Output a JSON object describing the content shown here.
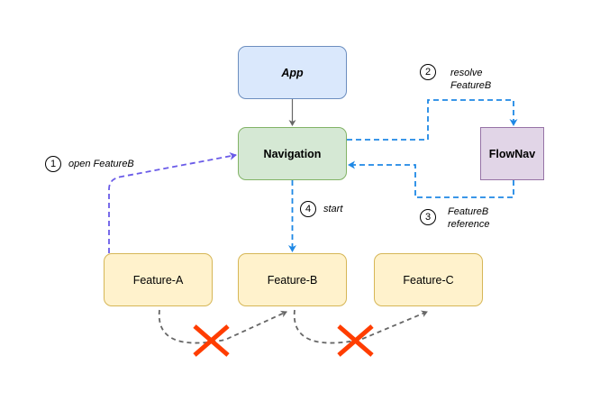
{
  "nodes": {
    "app": "App",
    "navigation": "Navigation",
    "flownav": "FlowNav",
    "feature_a": "Feature-A",
    "feature_b": "Feature-B",
    "feature_c": "Feature-C"
  },
  "steps": [
    {
      "number": "1",
      "text": "open FeatureB"
    },
    {
      "number": "2",
      "line1": "resolve",
      "line2": "FeatureB"
    },
    {
      "number": "3",
      "line1": "FeatureB",
      "line2": "reference"
    },
    {
      "number": "4",
      "text": "start"
    }
  ],
  "colors": {
    "app_fill": "#dae8fc",
    "navigation_fill": "#d5e8d4",
    "flownav_fill": "#e1d5e7",
    "feature_fill": "#fff2cc",
    "arrow_blue": "#1e88e5",
    "arrow_purple": "#6a5be8",
    "arrow_gray": "#666666",
    "cross_red": "#ff3d00"
  }
}
